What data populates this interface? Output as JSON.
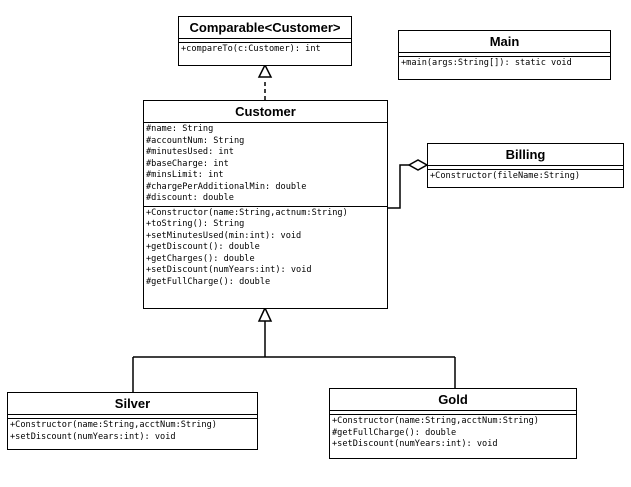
{
  "classes": {
    "comparable": {
      "name": "Comparable<Customer>",
      "methods": [
        "+compareTo(c:Customer): int"
      ]
    },
    "main": {
      "name": "Main",
      "methods": [
        "+main(args:String[]): static void"
      ]
    },
    "customer": {
      "name": "Customer",
      "attributes": [
        "#name: String",
        "#accountNum: String",
        "#minutesUsed: int",
        "#baseCharge: int",
        "#minsLimit: int",
        "#chargePerAdditionalMin: double",
        "#discount: double"
      ],
      "methods": [
        "+Constructor(name:String,actnum:String)",
        "+toString(): String",
        "+setMinutesUsed(min:int): void",
        "+getDiscount(): double",
        "+getCharges(): double",
        "+setDiscount(numYears:int): void",
        "#getFullCharge(): double"
      ]
    },
    "billing": {
      "name": "Billing",
      "methods": [
        "+Constructor(fileName:String)"
      ]
    },
    "silver": {
      "name": "Silver",
      "methods": [
        "+Constructor(name:String,acctNum:String)",
        "+setDiscount(numYears:int): void"
      ]
    },
    "gold": {
      "name": "Gold",
      "methods": [
        "+Constructor(name:String,acctNum:String)",
        "#getFullCharge(): double",
        "+setDiscount(numYears:int): void"
      ]
    }
  }
}
